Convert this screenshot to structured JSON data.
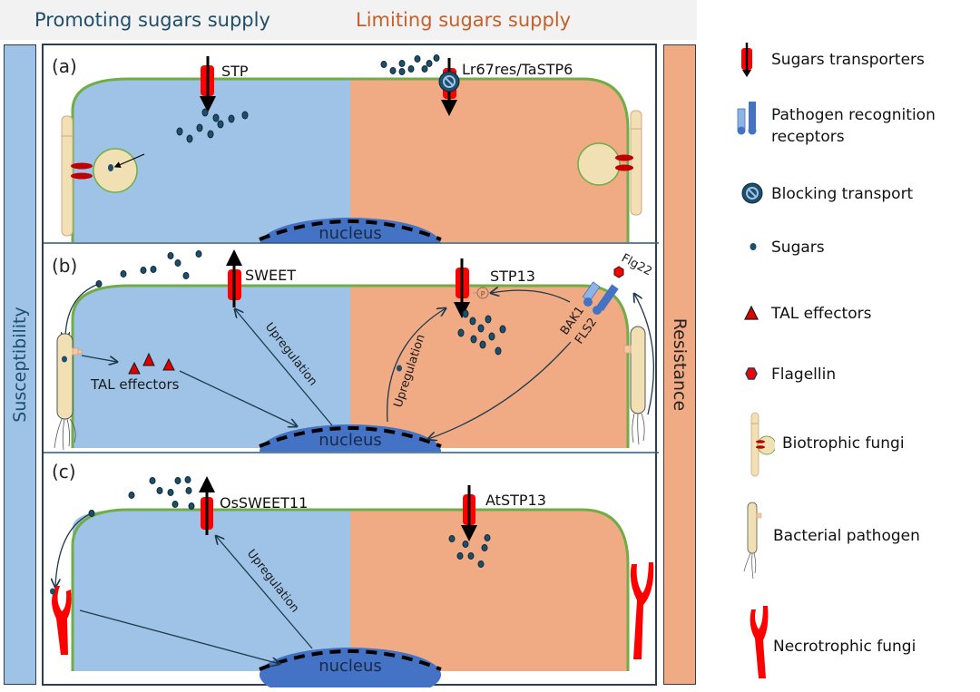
{
  "header": {
    "left_title": "Promoting sugars supply",
    "right_title": "Limiting sugars supply"
  },
  "side_labels": {
    "left": "Susceptibility",
    "right": "Resistance"
  },
  "colors": {
    "susceptible_cell": "#9ec3e6",
    "resistant_cell": "#f0ab84",
    "cell_wall": "#70ad47",
    "nucleus": "#4472c4",
    "transporter": "#ff0000",
    "sugar": "#1f4e6b",
    "header_left": "#1f4e6b",
    "header_right": "#c4602a"
  },
  "panels": [
    {
      "id": "a",
      "label": "(a)",
      "nucleus_label": "nucleus",
      "left_transporter": "STP",
      "right_transporter": "Lr67res/TaSTP6",
      "pathogen": "Biotrophic fungi"
    },
    {
      "id": "b",
      "label": "(b)",
      "nucleus_label": "nucleus",
      "left_transporter": "SWEET",
      "right_transporter": "STP13",
      "effector_label": "TAL effectors",
      "upregulation_left": "Upregulation",
      "upregulation_right": "Upregulation",
      "receptor_1": "BAK1",
      "receptor_2": "FLS2",
      "elicitor": "Flg22",
      "phospho": "P",
      "pathogen": "Bacterial pathogen"
    },
    {
      "id": "c",
      "label": "(c)",
      "nucleus_label": "nucleus",
      "left_transporter": "OsSWEET11",
      "right_transporter": "AtSTP13",
      "upregulation_left": "Upregulation",
      "pathogen": "Necrotrophic fungi"
    }
  ],
  "legend": [
    {
      "icon": "sugar-transporter-icon",
      "label": "Sugars transporters"
    },
    {
      "icon": "recognition-receptor-icon",
      "label": "Pathogen recognition receptors",
      "label_line1": "Pathogen recognition",
      "label_line2": "receptors"
    },
    {
      "icon": "blocking-icon",
      "label": "Blocking transport"
    },
    {
      "icon": "sugar-icon",
      "label": "Sugars"
    },
    {
      "icon": "tal-effector-icon",
      "label": "TAL effectors"
    },
    {
      "icon": "flagellin-icon",
      "label": "Flagellin"
    },
    {
      "icon": "biotrophic-fungi-icon",
      "label": "Biotrophic fungi"
    },
    {
      "icon": "bacteria-icon",
      "label": "Bacterial pathogen"
    },
    {
      "icon": "necrotrophic-fungi-icon",
      "label": "Necrotrophic fungi"
    }
  ]
}
